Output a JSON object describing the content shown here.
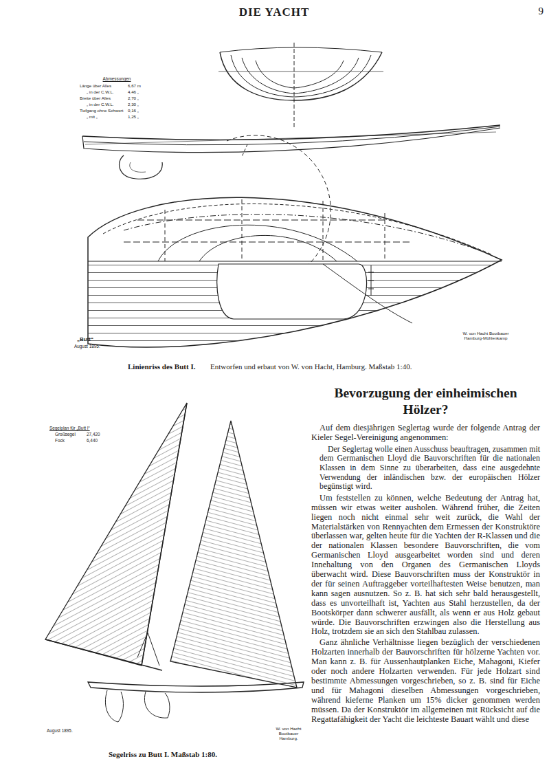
{
  "diagram": {
    "title": "Bevorzugung der einheimischen Hölzer?",
    "labels": [
      "DIE YACHT",
      "9",
      "Abmessungen",
      "Länge über Alles",
      "6,67 m",
      "„ in der C.W.L.",
      "4,46 „",
      "Breite über Alles",
      "2,70 „",
      "„ in der C.W.L.",
      "2,30 „",
      "Tiefgang ohne Schwert",
      "0,16 „",
      "„ mit „",
      "1,25 „",
      "„Butt“",
      "August 1895.",
      "W. von Hacht Bootbauer Hamburg-Mühlenkamp",
      "Linienriss des Butt I.",
      "Entworfen und erbaut von W. von Hacht, Hamburg. Maßstab 1:40.",
      "Segelplan für „Butt I“",
      "Großsegel",
      "27,420",
      "Fock",
      "6,440",
      "August 1895.",
      "W. von Hacht Bootbauer Hamburg.",
      "Segelriss zu Butt I. Maßstab 1:80.",
      "Auf dem diesjährigen Seglertag wurde der folgende Antrag der Kieler Segel-Vereinigung angenommen:",
      "Der Seglertag wolle einen Ausschuss beauftragen, zusammen mit dem Germanischen Lloyd die Bauvorschriften für die nationalen Klassen in dem Sinne zu überarbeiten, dass eine ausgedehnte Verwendung der inländischen bzw. der europäischen Hölzer begünstigt wird.",
      "Um feststellen zu können, welche Bedeutung der Antrag hat, müssen wir etwas weiter ausholen. Während früher, die Zeiten liegen noch nicht einmal sehr weit zurück, die Wahl der Materialstärken von Rennyachten dem Ermessen der Konstruktöre überlassen war, gelten heute für die Yachten der R-Klassen und die der nationalen Klassen besondere Bauvorschriften, die vom Germanischen Lloyd ausgearbeitet worden sind und deren Innehaltung von den Organen des Germanischen Lloyds überwacht wird. Diese Bauvorschriften muss der Konstruktör in der für seinen Auftraggeber vorteilhaftesten Weise benutzen, man kann sagen ausnutzen. So z. B. hat sich sehr bald herausgestellt, dass es unvorteilhaft ist, Yachten aus Stahl herzustellen, da der Bootskörper dann schwerer ausfällt, als wenn er aus Holz gebaut würde. Die Bauvorschriften erzwingen also die Herstellung aus Holz, trotzdem sie an sich den Stahlbau zulassen.",
      "Ganz ähnliche Verhältnisse liegen bezüglich der verschiedenen Holzarten innerhalb der Bauvorschriften für hölzerne Yachten vor. Man kann z. B. für Aussenhautplanken Eiche, Mahagoni, Kiefer oder noch andere Holzarten verwenden. Für jede Holzart sind bestimmte Abmessungen vorgeschrieben, so z. B. sind für Eiche und für Mahagoni dieselben Abmessungen vorgeschrieben, während kieferne Planken um 15% dicker genommen werden müssen. Da der Konstruktör im allgemeinen mit Rücksicht auf die Regattafähigkeit der Yacht die leichteste Bauart wählt und diese"
    ]
  }
}
